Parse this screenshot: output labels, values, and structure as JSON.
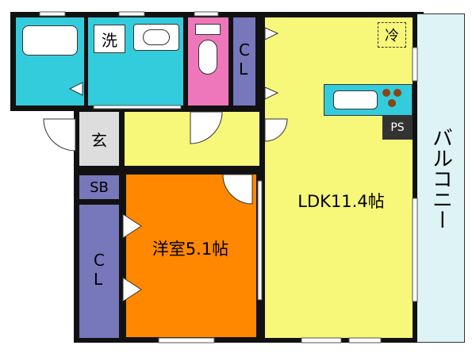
{
  "colors": {
    "wall": "#111111",
    "bath": "#33ccdd",
    "wash": "#33ccdd",
    "toilet": "#ee77bb",
    "closet": "#7777bb",
    "hall": "#f7f77a",
    "ldk": "#f7f77a",
    "western_room": "#ff8800",
    "entrance": "#dddddd",
    "balcony": "#ddf3f6",
    "fixture": "#ffffff"
  },
  "rooms": {
    "wash": {
      "label": "洗"
    },
    "closet_top": {
      "label": "C\nL"
    },
    "fridge": {
      "label": "冷"
    },
    "entrance": {
      "label": "玄"
    },
    "shoe_box": {
      "label": "SB"
    },
    "pipe_space": {
      "label": "PS"
    },
    "ldk": {
      "label": "LDK11.4帖"
    },
    "western": {
      "label": "洋室5.1帖"
    },
    "closet_left": {
      "label": "C\nL"
    },
    "balcony": {
      "label": "バルコニー"
    }
  }
}
